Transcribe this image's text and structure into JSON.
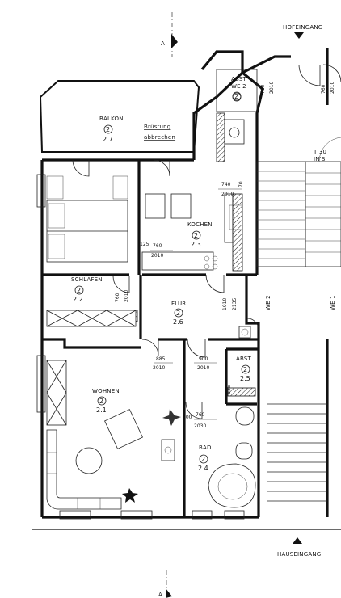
{
  "labels": {
    "hofeingang": "HOFEINGANG",
    "hauseingang": "HAUSEINGANG",
    "section_a": "A",
    "balkon": "BALKON",
    "brustung_1": "Brüstung",
    "brustung_2": "abbrechen",
    "schlafen": "SCHLAFEN",
    "kochen": "KOCHEN",
    "flur": "FLUR",
    "wohnen": "WOHNEN",
    "bad": "BAD",
    "abst_top_1": "ABST",
    "abst_top_2": "WE 2",
    "abst_bath": "ABST",
    "we2_right": "WE 2",
    "we1_right": "WE 1",
    "stair_1": "T 30",
    "stair_2": "IN'S"
  },
  "rooms": {
    "circle": "2",
    "balkon_no": "2.7",
    "schlafen_no": "2.2",
    "kochen_no": "2.3",
    "flur_no": "2.6",
    "wohnen_no": "2.1",
    "bad_no": "2.4",
    "abst_bath_no": "2.5"
  },
  "dims": {
    "d740": "740",
    "d2010a": "2010",
    "d70": "70",
    "d125": "125",
    "d760a": "760",
    "d2010b": "2010",
    "d760b": "760",
    "d2010c": "2010",
    "d1010": "1010",
    "d2135": "2135",
    "d885": "885",
    "d2010d": "2010",
    "d900": "900",
    "d2010e": "2010",
    "d615": "615",
    "d760c": "760",
    "d2030": "2030",
    "d100": "100",
    "d760d": "760",
    "d2010f": "2010"
  }
}
